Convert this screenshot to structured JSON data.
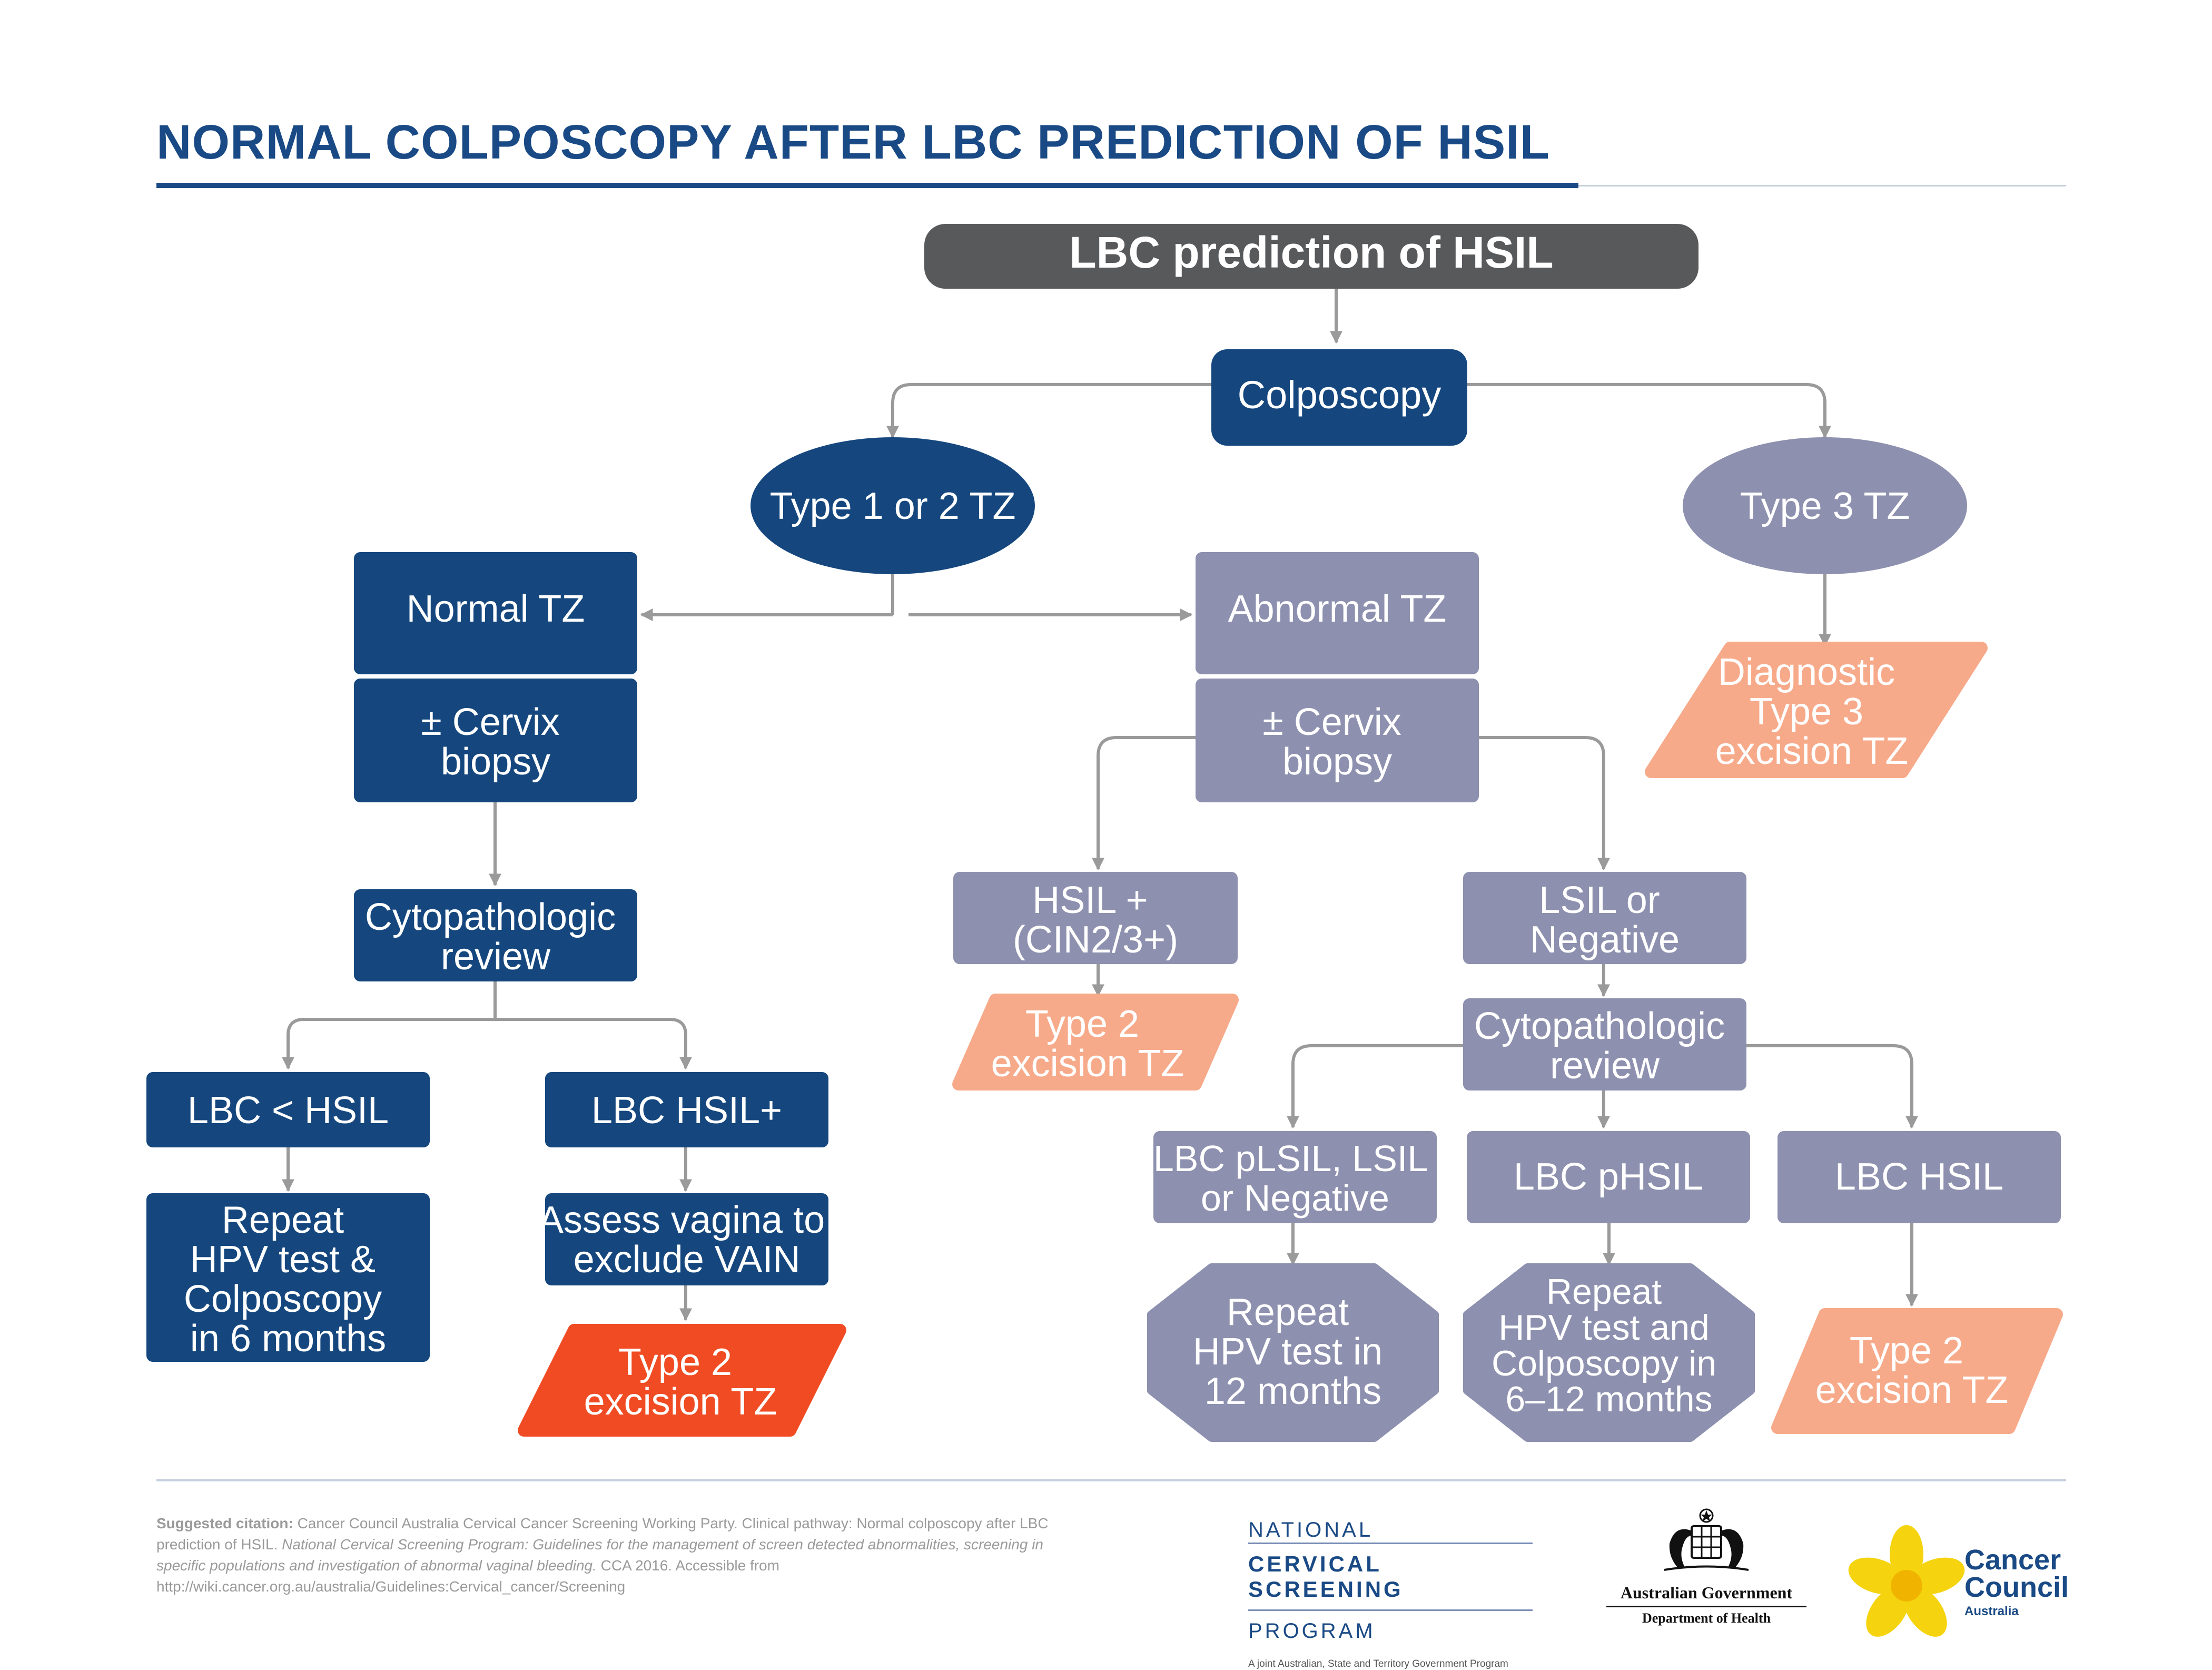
{
  "title": "NORMAL COLPOSCOPY AFTER LBC PREDICTION OF HSIL",
  "colors": {
    "title_blue": "#1a4a85",
    "dark_gray": "#58595b",
    "navy": "#15477e",
    "lavender": "#8d90ae",
    "peach": "#f7aa8a",
    "orange_red": "#f04b23",
    "connector": "#9a9a9a"
  },
  "nodes": {
    "lbc_prediction": "LBC prediction of HSIL",
    "colposcopy": "Colposcopy",
    "type12": "Type 1 or 2 TZ",
    "type3": "Type 3 TZ",
    "normal_tz": "Normal TZ",
    "abnormal_tz": "Abnormal TZ",
    "diag_type3": [
      "Diagnostic",
      "Type 3",
      "excision TZ"
    ],
    "left_biopsy": [
      "± Cervix",
      "biopsy"
    ],
    "right_biopsy": [
      "± Cervix",
      "biopsy"
    ],
    "left_cyto": [
      "Cytopathologic",
      "review"
    ],
    "hsil_plus": [
      "HSIL +",
      "(CIN2/3+)"
    ],
    "lsil_neg": [
      "LSIL or",
      "Negative"
    ],
    "right_cyto": [
      "Cytopathologic",
      "review"
    ],
    "type2_mid": [
      "Type 2",
      "excision TZ"
    ],
    "lbc_lt_hsil": "LBC < HSIL",
    "lbc_hsil_plus": "LBC HSIL+",
    "repeat_6m": [
      "Repeat",
      "HPV test &",
      "Colposcopy",
      "in 6 months"
    ],
    "assess_vagina": [
      "Assess vagina to",
      "exclude VAIN"
    ],
    "type2_left": [
      "Type 2",
      "excision TZ"
    ],
    "lbc_plsil": [
      "LBC pLSIL, LSIL",
      "or Negative"
    ],
    "lbc_phsil": "LBC pHSIL",
    "lbc_hsil": "LBC HSIL",
    "repeat_12m": [
      "Repeat",
      "HPV test in",
      "12 months"
    ],
    "repeat_6_12m": [
      "Repeat",
      "HPV test and",
      "Colposcopy in",
      "6–12 months"
    ],
    "type2_right": [
      "Type 2",
      "excision TZ"
    ]
  },
  "citation": {
    "label": "Suggested citation:",
    "text": " Cancer Council Australia Cervical Cancer Screening Working Party. Clinical pathway: Normal colposcopy after LBC prediction of HSIL. ",
    "publication": "National Cervical Screening Program: Guidelines for the management of screen detected abnormalities, screening in specific populations and investigation of abnormal vaginal bleeding.",
    "tail": " CCA 2016. Accessible from http://wiki.cancer.org.au/australia/Guidelines:Cervical_cancer/Screening"
  },
  "logos": {
    "ncsp_line1": "NATIONAL",
    "ncsp_line2": "CERVICAL SCREENING",
    "ncsp_line3": "PROGRAM",
    "ncsp_tagline": "A joint Australian, State and Territory Government Program",
    "gov_line1": "Australian Government",
    "gov_line2": "Department of Health",
    "cca_line1": "Cancer",
    "cca_line2": "Council",
    "cca_line3": "Australia"
  }
}
